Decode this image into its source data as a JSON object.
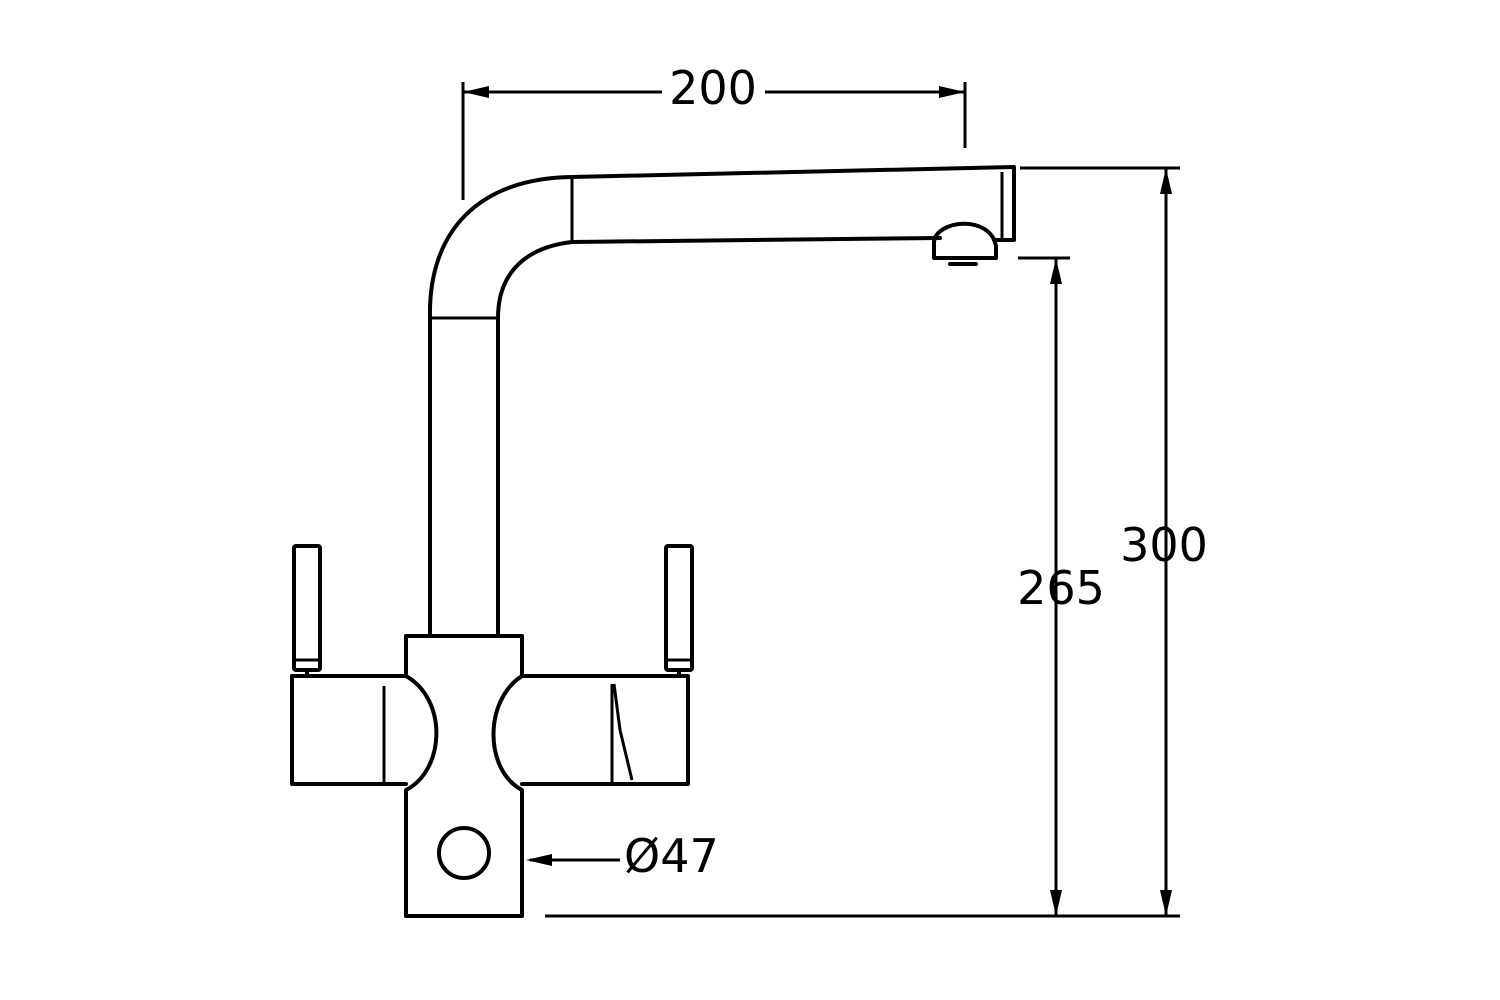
{
  "dimensions": {
    "spout_reach": "200",
    "total_height": "300",
    "outlet_height": "265",
    "hole_diameter": "Ø47"
  },
  "colors": {
    "stroke": "#000000",
    "background": "#ffffff"
  }
}
